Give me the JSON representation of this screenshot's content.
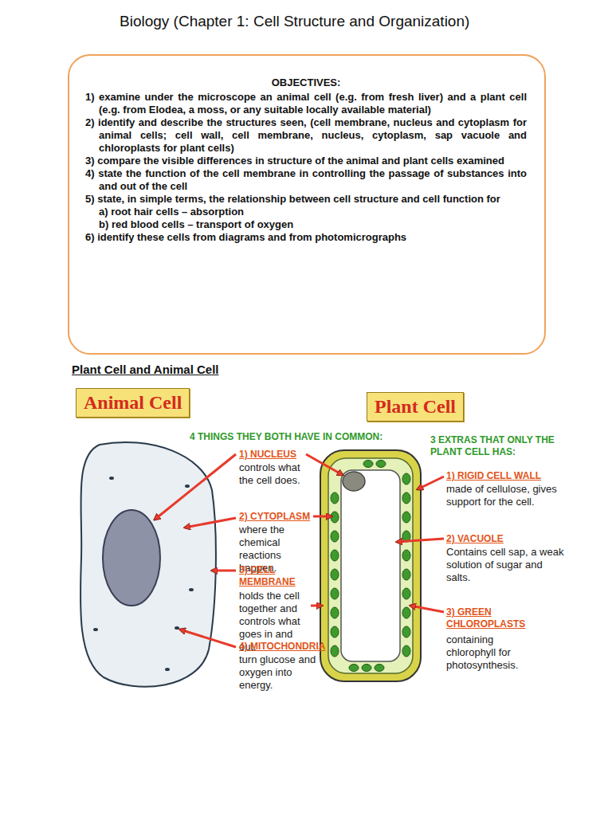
{
  "diagram": {
    "title": "Biology (Chapter 1: Cell Structure and Organization)",
    "nodes": [
      {
        "text": [
          "OBJECTIVES:",
          "1) examine under the microscope an animal cell (e.g. from fresh liver) and a plant cell (e.g. from Elodea, a moss, or any suitable locally available material)",
          "2) identify and describe the structures seen, (cell membrane, nucleus and cytoplasm for animal cells; cell wall, cell membrane, nucleus, cytoplasm, sap vacuole and chloroplasts for plant cells)",
          "3) compare the visible differences in structure of the animal and plant cells examined",
          "4) state the function of the cell membrane in controlling the passage of substances into and out of the cell",
          "5) state, in simple terms, the relationship between cell structure and cell function for",
          "a) root hair cells – absorption",
          "b) red blood cells – transport of oxygen",
          "6) identify these cells from diagrams and from photomicrographs"
        ]
      },
      {
        "text": [
          "Animal Cell"
        ]
      },
      {
        "text": [
          "Plant Cell"
        ]
      }
    ],
    "labels": [
      "Plant Cell and Animal Cell",
      "4 THINGS THEY BOTH HAVE IN COMMON:",
      "3 EXTRAS THAT ONLY THE PLANT CELL HAS:",
      "1) NUCLEUS",
      "controls what the cell does.",
      "2) CYTOPLASM",
      "where the chemical reactions happen.",
      "3) CELL MEMBRANE",
      "holds the cell together and controls what goes in and out.",
      "4) MITOCHONDRIA",
      "turn glucose and oxygen into energy.",
      "1) RIGID CELL WALL",
      "made of cellulose, gives support for the cell.",
      "2) VACUOLE",
      "Contains cell sap, a weak solution of sugar and salts.",
      "3) GREEN CHLOROPLASTS",
      "containing chlorophyll for photosynthesis."
    ]
  }
}
